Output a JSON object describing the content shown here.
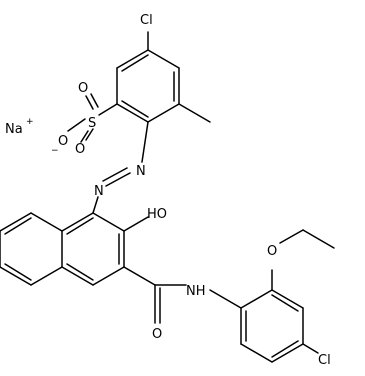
{
  "molecule": {
    "atoms": {
      "cl_top": "Cl",
      "o_sulf_top": "O",
      "o_sulf_bottom": "O",
      "o_minus": "O",
      "o_minus_charge": "−",
      "s": "S",
      "n1": "N",
      "n2": "N",
      "oh": "HO",
      "ethoxy_o": "O",
      "nh": "NH",
      "amide_o": "O",
      "cl_bottom": "Cl",
      "na": "Na",
      "na_charge": "+"
    }
  }
}
